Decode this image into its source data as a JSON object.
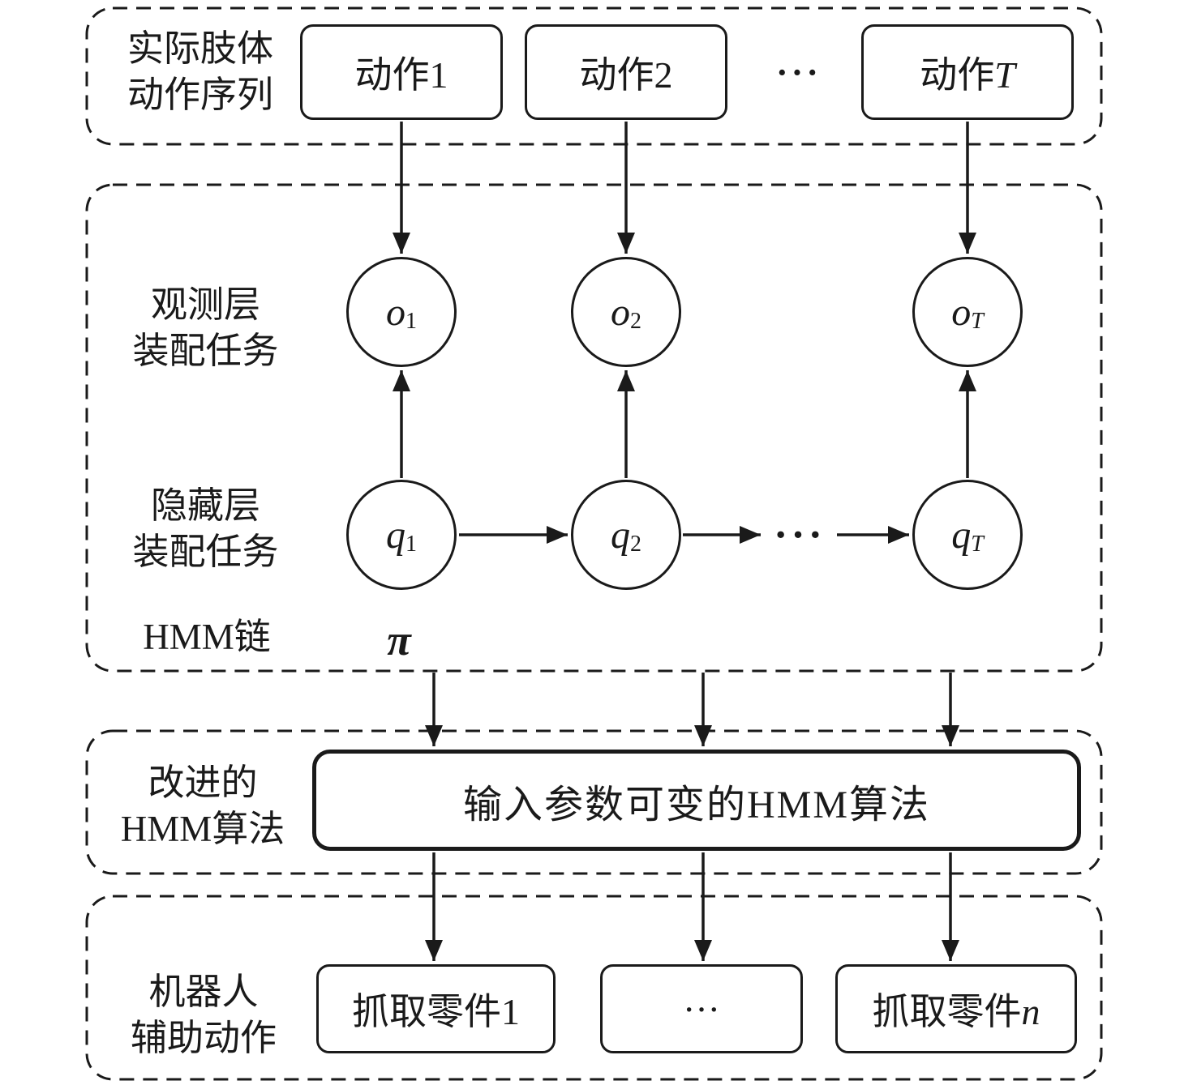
{
  "top": {
    "label_line1": "实际肢体",
    "label_line2": "动作序列",
    "actions": [
      {
        "prefix": "动作",
        "var": "1"
      },
      {
        "prefix": "动作",
        "var": "2"
      },
      {
        "prefix": "动作",
        "var": "T"
      }
    ],
    "ellipsis": "···"
  },
  "hmm": {
    "observation_label_line1": "观测层",
    "observation_label_line2": "装配任务",
    "hidden_label_line1": "隐藏层",
    "hidden_label_line2": "装配任务",
    "chain_label": "HMM链",
    "initial_prob_symbol": "π",
    "observations": [
      {
        "base": "o",
        "sub": "1"
      },
      {
        "base": "o",
        "sub": "2"
      },
      {
        "base": "o",
        "sub": "T"
      }
    ],
    "hidden_states": [
      {
        "base": "q",
        "sub": "1"
      },
      {
        "base": "q",
        "sub": "2"
      },
      {
        "base": "q",
        "sub": "T"
      }
    ],
    "chain_ellipsis": "···"
  },
  "algorithm": {
    "label_line1": "改进的",
    "label_line2": "HMM算法",
    "box_label": "输入参数可变的HMM算法"
  },
  "robot": {
    "label_line1": "机器人",
    "label_line2": "辅助动作",
    "items": [
      {
        "prefix": "抓取零件",
        "var": "1"
      },
      {
        "prefix": "",
        "var": "···"
      },
      {
        "prefix": "抓取零件",
        "var": "n"
      }
    ]
  }
}
